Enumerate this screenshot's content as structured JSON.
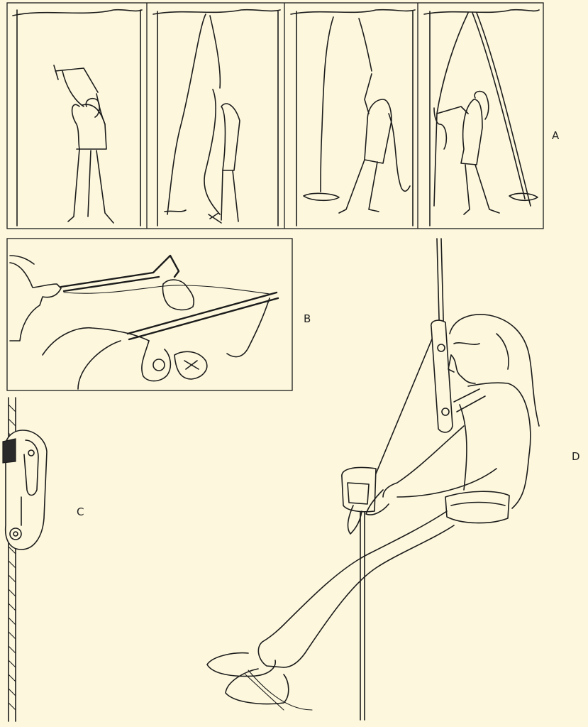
{
  "figure": {
    "panel_labels": {
      "a": "A",
      "b": "B",
      "c": "C",
      "d": "D"
    }
  }
}
